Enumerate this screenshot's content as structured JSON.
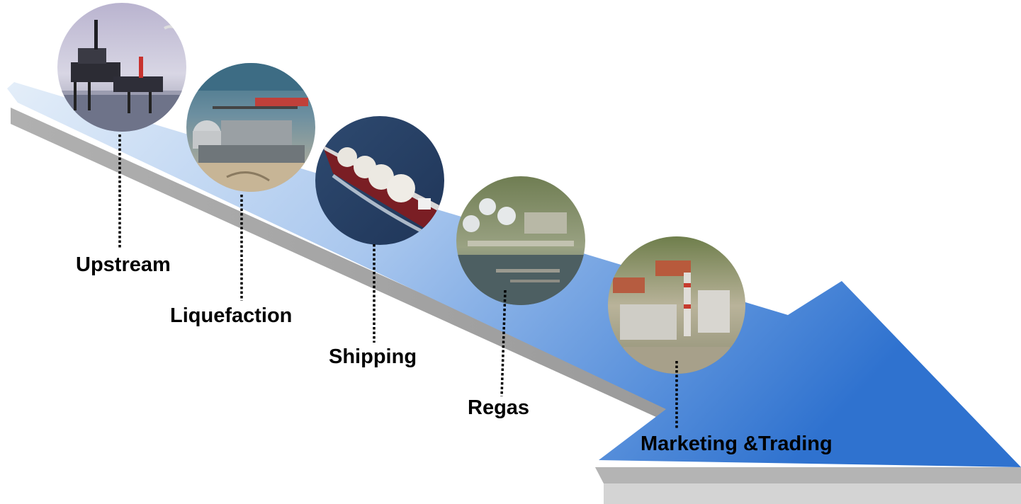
{
  "stages": [
    {
      "label": "Upstream",
      "photo": "offshore-platform"
    },
    {
      "label": "Liquefaction",
      "photo": "lng-liquefaction-plant"
    },
    {
      "label": "Shipping",
      "photo": "lng-carrier-ship"
    },
    {
      "label": "Regas",
      "photo": "regasification-terminal"
    },
    {
      "label": "Marketing &Trading",
      "photo": "power-plant"
    }
  ],
  "colors": {
    "arrow_light": "#dbe9f7",
    "arrow_dark": "#2f72cf",
    "shadow": "#a8a8a8",
    "shadow_light": "#d2d2d2",
    "connector": "#000000",
    "label": "#000000"
  }
}
